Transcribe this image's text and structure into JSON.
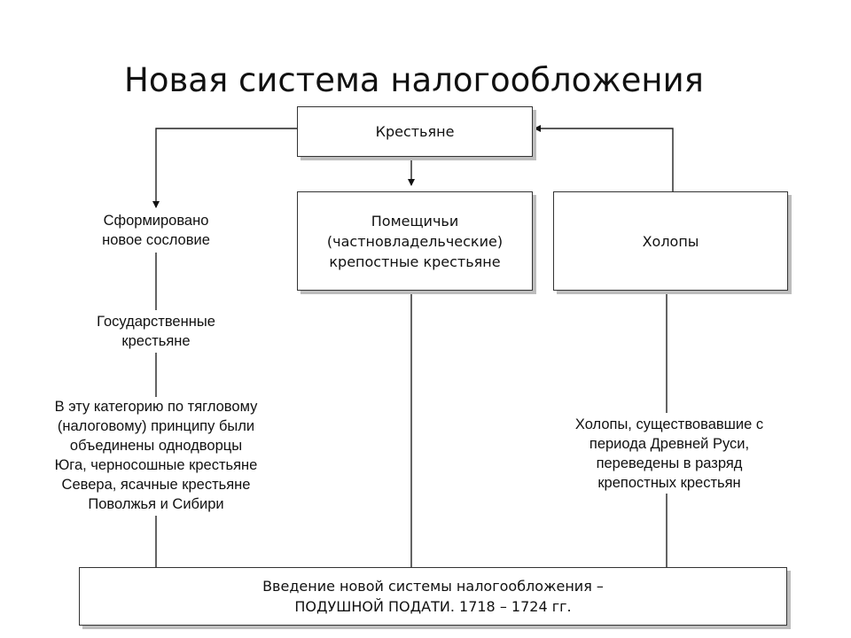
{
  "title": "Новая система налогообложения",
  "nodes": {
    "peasants": {
      "lines": [
        "Крестьяне"
      ]
    },
    "landowner_serfs": {
      "lines": [
        "Помещичьи",
        "(частновладельческие)",
        "крепостные крестьяне"
      ]
    },
    "kholopy": {
      "lines": [
        "Холопы"
      ]
    },
    "new_estate": {
      "lines": [
        "Сформировано",
        "новое сословие"
      ]
    },
    "state_peasants": {
      "lines": [
        "Государственные",
        "крестьяне"
      ]
    },
    "category_note": {
      "lines": [
        "В эту категорию по тягловому",
        "(налоговому) принципу были",
        "объединены однодворцы",
        "Юга, черносошные крестьяне",
        "Севера, ясачные крестьяне",
        "Поволжья и Сибири"
      ]
    },
    "kholopy_note": {
      "lines": [
        "Холопы, существовавшие с",
        "периода Древней Руси,",
        "переведены в разряд",
        "крепостных крестьян"
      ]
    },
    "poll_tax": {
      "lines": [
        "Введение новой системы налогообложения –",
        "ПОДУШНОЙ ПОДАТИ. 1718 – 1724 гг."
      ]
    }
  }
}
